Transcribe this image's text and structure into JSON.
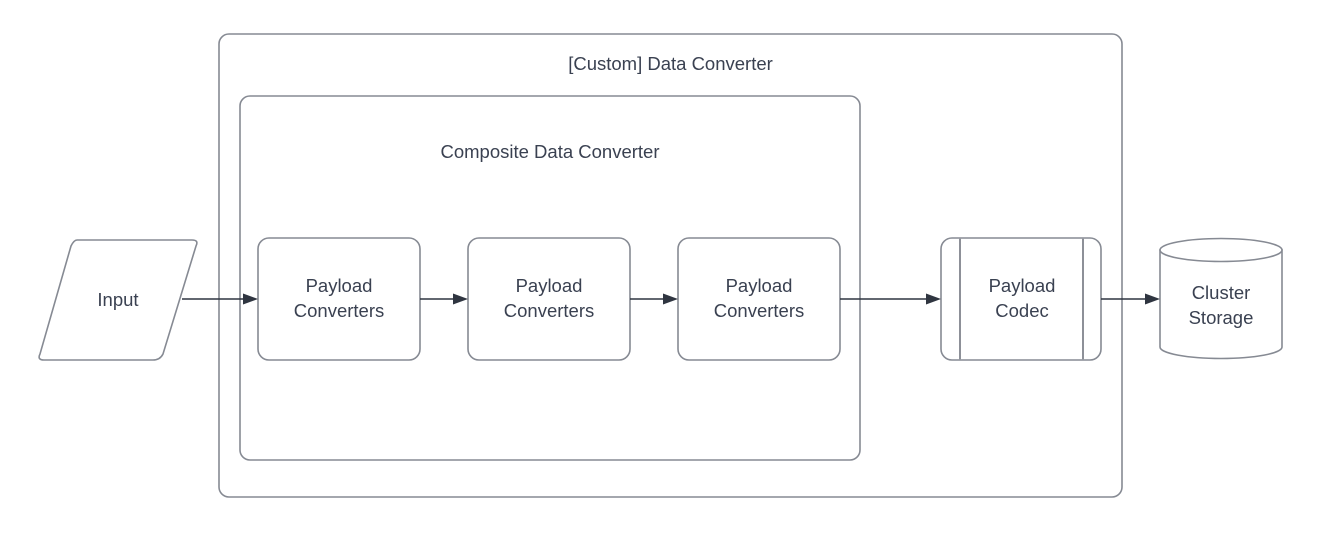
{
  "diagram": {
    "type": "flowchart",
    "background_color": "#ffffff",
    "stroke_color": "#868a93",
    "text_color": "#3a4151",
    "connector_color": "#2f3540",
    "groups": [
      {
        "id": "custom-data-converter",
        "title": "[Custom] Data Converter",
        "shape": "rounded-rectangle"
      },
      {
        "id": "composite-data-converter",
        "title": "Composite Data Converter",
        "shape": "rounded-rectangle"
      }
    ],
    "nodes": [
      {
        "id": "input",
        "label": "Input",
        "shape": "parallelogram"
      },
      {
        "id": "payload-converters-1",
        "label": "Payload\nConverters",
        "shape": "rounded-rectangle"
      },
      {
        "id": "payload-converters-2",
        "label": "Payload\nConverters",
        "shape": "rounded-rectangle"
      },
      {
        "id": "payload-converters-3",
        "label": "Payload\nConverters",
        "shape": "rounded-rectangle"
      },
      {
        "id": "payload-codec",
        "label": "Payload\nCodec",
        "shape": "predefined-process"
      },
      {
        "id": "cluster-storage",
        "label": "Cluster\nStorage",
        "shape": "cylinder"
      }
    ],
    "edges": [
      {
        "id": "edge-input-to-pc1",
        "from": "input",
        "to": "payload-converters-1",
        "arrow": "single"
      },
      {
        "id": "edge-pc1-to-pc2",
        "from": "payload-converters-1",
        "to": "payload-converters-2",
        "arrow": "single"
      },
      {
        "id": "edge-pc2-to-pc3",
        "from": "payload-converters-2",
        "to": "payload-converters-3",
        "arrow": "single"
      },
      {
        "id": "edge-pc3-to-codec",
        "from": "payload-converters-3",
        "to": "payload-codec",
        "arrow": "single"
      },
      {
        "id": "edge-codec-to-storage",
        "from": "payload-codec",
        "to": "cluster-storage",
        "arrow": "single"
      }
    ]
  }
}
